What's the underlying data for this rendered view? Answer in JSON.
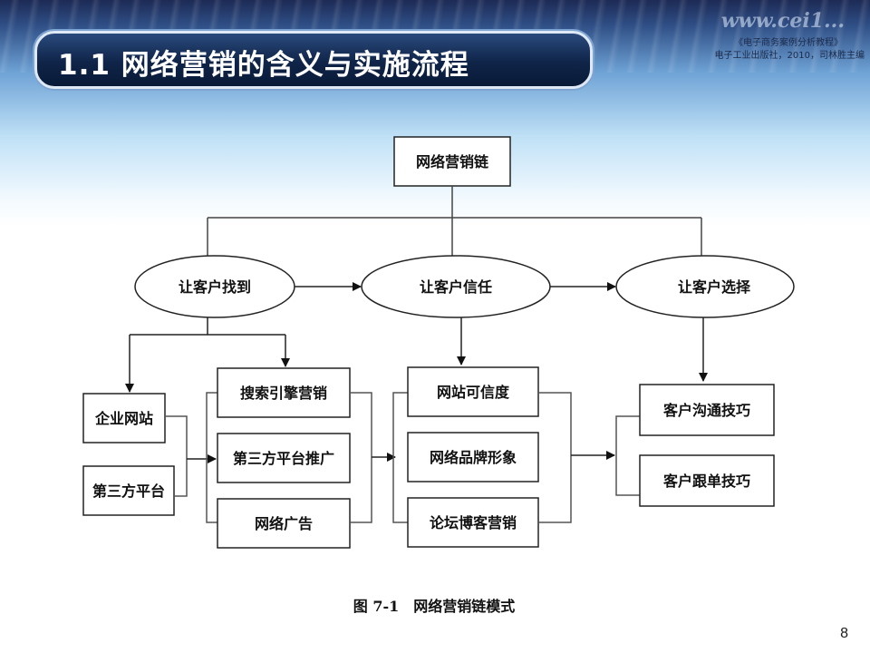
{
  "header": {
    "title": "1.1 网络营销的含义与实施流程",
    "brand_url": "www.cei1...",
    "brand_line1": "《电子商务案例分析教程》",
    "brand_line2": "电子工业出版社，2010，司林胜主编"
  },
  "diagram": {
    "root": "网络营销链",
    "stages": [
      "让客户找到",
      "让客户信任",
      "让客户选择"
    ],
    "left_sources": [
      "企业网站",
      "第三方平台"
    ],
    "find_methods": [
      "搜索引擎营销",
      "第三方平台推广",
      "网络广告"
    ],
    "trust_items": [
      "网站可信度",
      "网络品牌形象",
      "论坛博客营销"
    ],
    "choice_items": [
      "客户沟通技巧",
      "客户跟单技巧"
    ],
    "caption": "图 7-1　网络营销链模式"
  },
  "footer": {
    "page_number": "8"
  }
}
